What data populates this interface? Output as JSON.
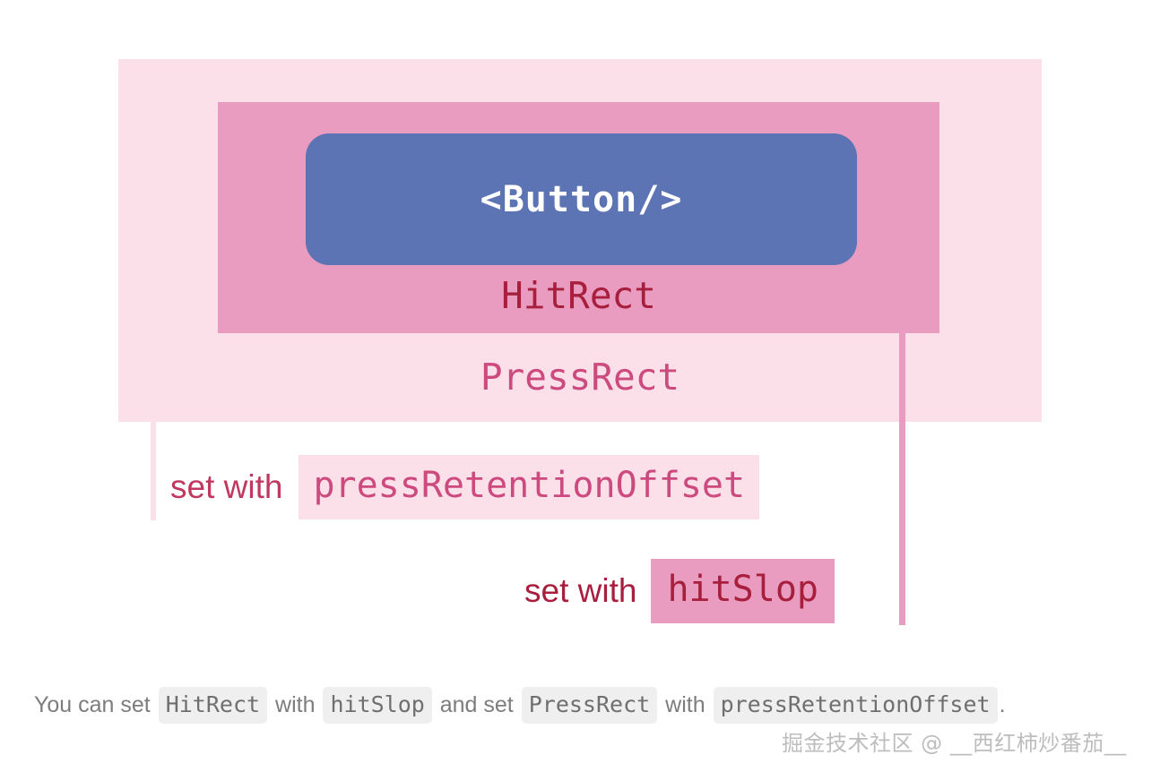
{
  "diagram": {
    "press_rect": {
      "label": "PressRect",
      "color": "#fbdfe9",
      "label_color": "#cc4a7d"
    },
    "hit_rect": {
      "label": "HitRect",
      "color": "#e99cc0",
      "label_color": "#a81f3e"
    },
    "button": {
      "label": "<Button/>",
      "color": "#5c73b4",
      "label_color": "#ffffff"
    },
    "callouts": [
      {
        "prefix": "set with",
        "code": "pressRetentionOffset",
        "code_bg": "#fbdfe9",
        "code_color": "#cc4a7d"
      },
      {
        "prefix": "set with",
        "code": "hitSlop",
        "code_bg": "#e99cc0",
        "code_color": "#a81f3e"
      }
    ]
  },
  "caption": {
    "part1": "You can set",
    "code1": "HitRect",
    "part2": "with",
    "code2": "hitSlop",
    "part3": "and set",
    "code3": "PressRect",
    "part4": "with",
    "code4": "pressRetentionOffset",
    "part5": "."
  },
  "watermark": {
    "text": "掘金技术社区 @ __西红柿炒番茄__"
  }
}
